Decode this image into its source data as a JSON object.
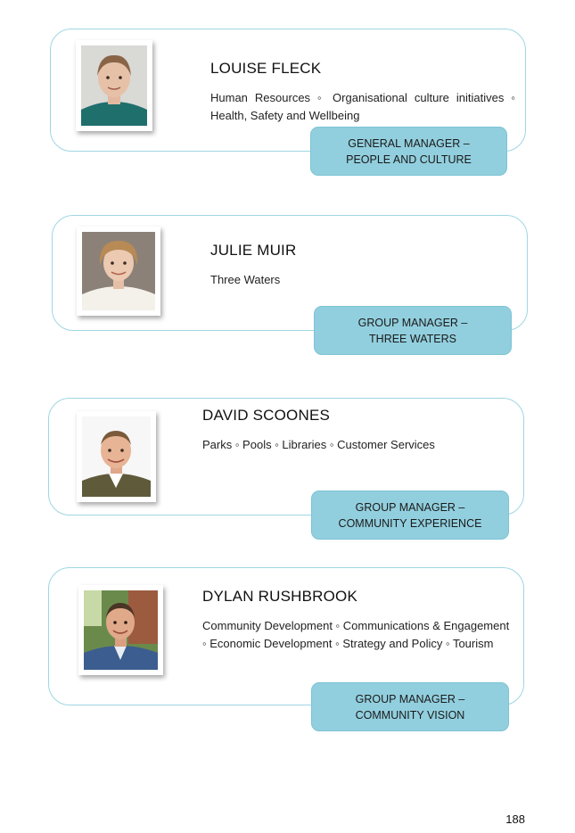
{
  "profiles": [
    {
      "name": "LOUISE FLECK",
      "description": "Human Resources ◦ Organisational culture initiatives ◦ Health, Safety and Wellbeing",
      "title": "GENERAL MANAGER –\nPEOPLE AND CULTURE"
    },
    {
      "name": "JULIE MUIR",
      "description": "Three Waters",
      "title": "GROUP MANAGER –\nTHREE WATERS"
    },
    {
      "name": "DAVID SCOONES",
      "description": "Parks ◦ Pools ◦ Libraries ◦ Customer Services",
      "title": "GROUP MANAGER –\nCOMMUNITY EXPERIENCE"
    },
    {
      "name": "DYLAN RUSHBROOK",
      "description": "Community Development ◦ Communications & Engagement ◦ Economic Development ◦ Strategy and Policy ◦ Tourism",
      "title": "GROUP MANAGER –\nCOMMUNITY VISION"
    }
  ],
  "page_number": "188"
}
